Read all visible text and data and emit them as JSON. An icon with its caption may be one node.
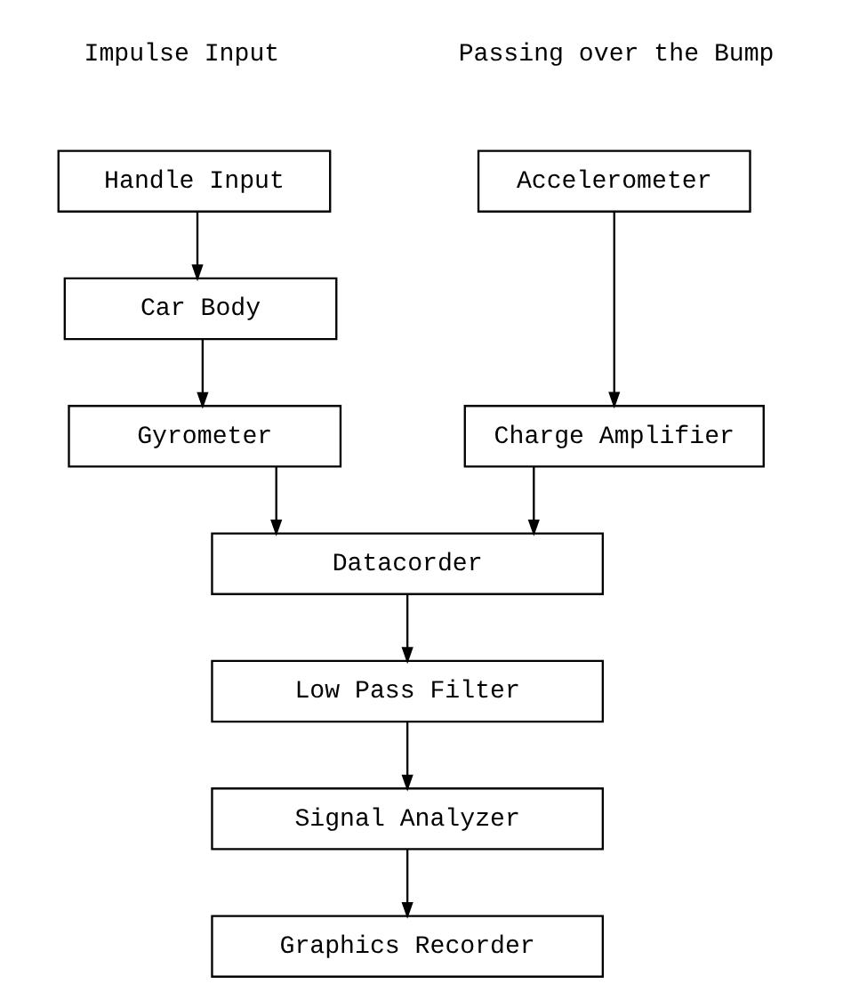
{
  "diagram": {
    "nodes": [
      {
        "text": [
          "Handle Input"
        ]
      },
      {
        "text": [
          "Car Body"
        ]
      },
      {
        "text": [
          "Gyrometer"
        ]
      },
      {
        "text": [
          "Accelerometer"
        ]
      },
      {
        "text": [
          "Charge Amplifier"
        ]
      },
      {
        "text": [
          "Datacorder"
        ]
      },
      {
        "text": [
          "Low Pass Filter"
        ]
      },
      {
        "text": [
          "Signal Analyzer"
        ]
      },
      {
        "text": [
          "Graphics Recorder"
        ]
      }
    ],
    "edges": [
      {
        "from": 0,
        "to": 1,
        "arrow": "to"
      },
      {
        "from": 1,
        "to": 2,
        "arrow": "to"
      },
      {
        "from": 2,
        "to": 5,
        "arrow": "to"
      },
      {
        "from": 3,
        "to": 4,
        "arrow": "to"
      },
      {
        "from": 4,
        "to": 5,
        "arrow": "to"
      },
      {
        "from": 5,
        "to": 6,
        "arrow": "to"
      },
      {
        "from": 6,
        "to": 7,
        "arrow": "to"
      },
      {
        "from": 7,
        "to": 8,
        "arrow": "to"
      }
    ],
    "labels": [
      "Impulse Input",
      "Passing over the Bump"
    ]
  }
}
